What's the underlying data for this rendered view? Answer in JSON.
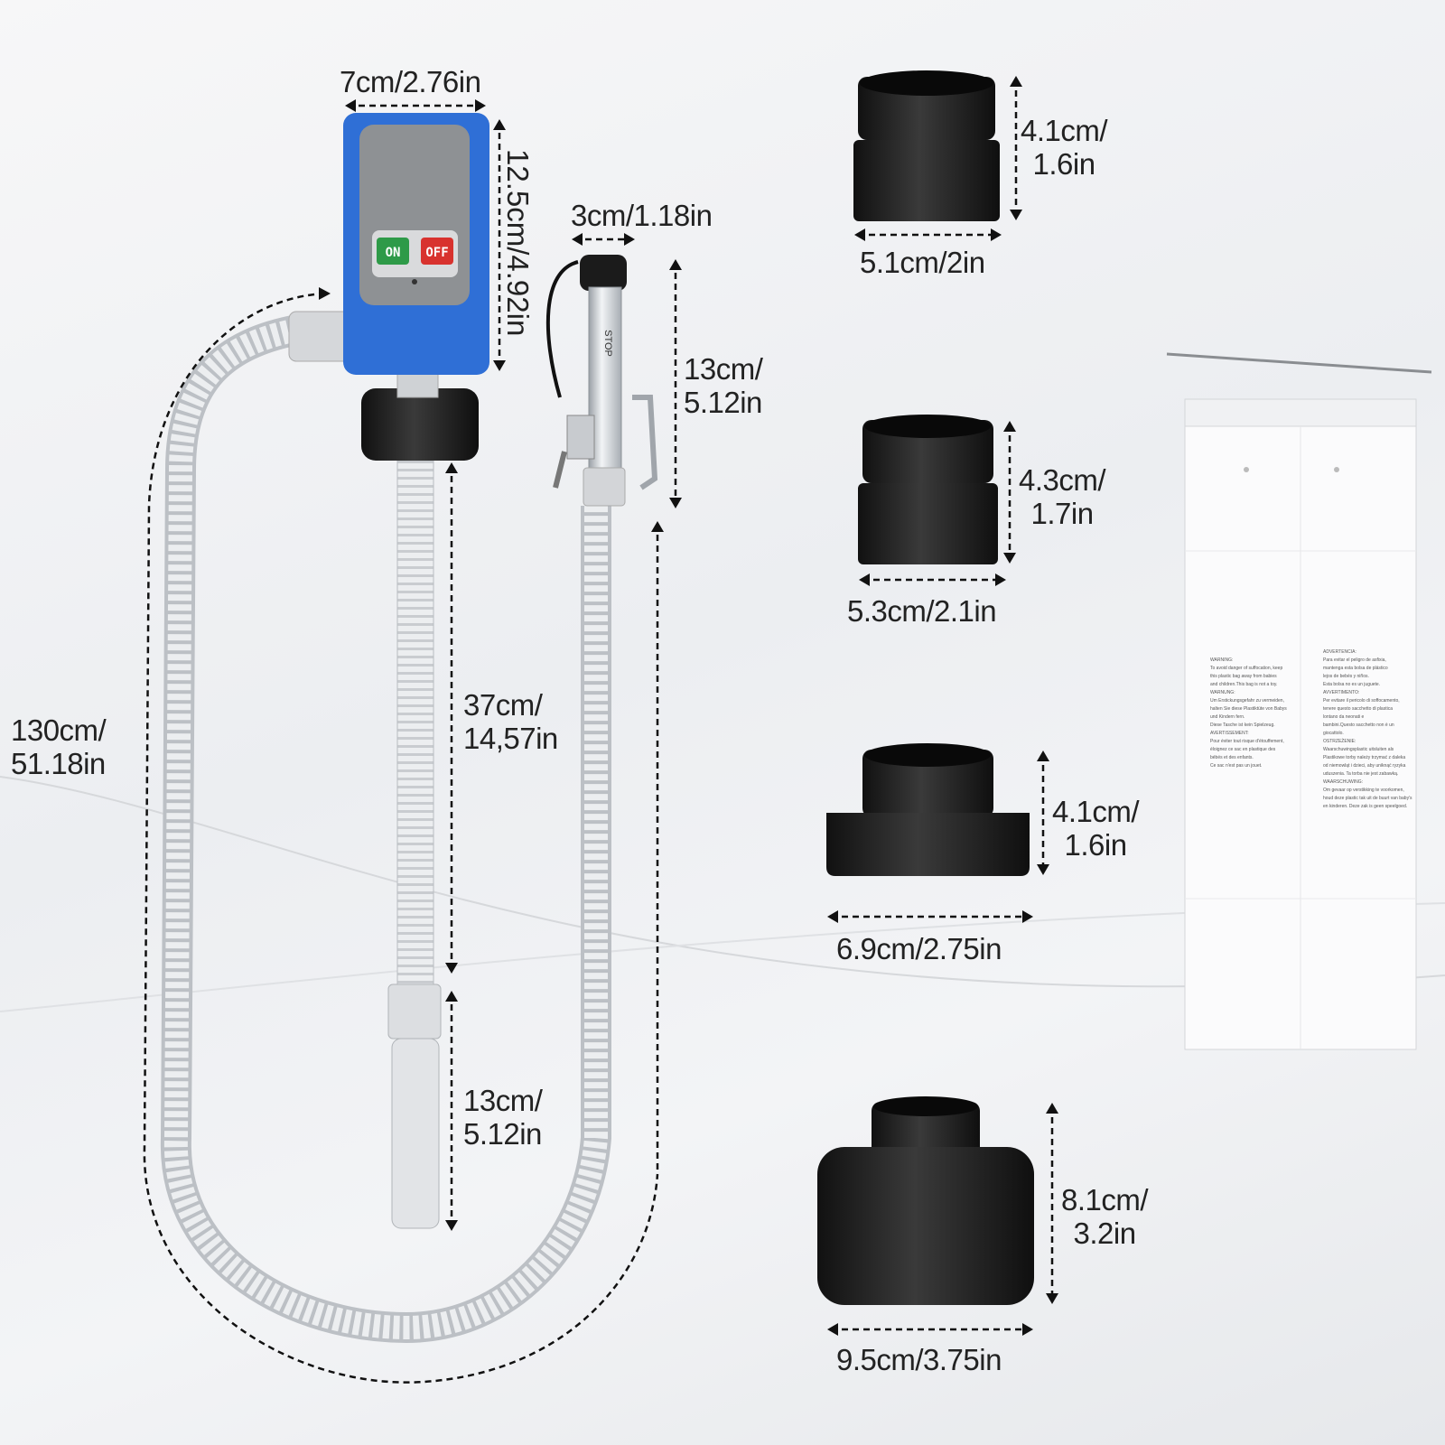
{
  "colors": {
    "pump_body": "#2f6fd6",
    "panel": "#8e9194",
    "on_button": "#2e9a48",
    "off_button": "#d8322e",
    "hose": "#e7e8ea",
    "adapter": "#1c1c1c"
  },
  "pump": {
    "on_label": "ON",
    "off_label": "OFF",
    "nozzle_text": "STOP",
    "width_dim": "7cm/2.76in",
    "height_dim": "12.5cm/4.92in",
    "nozzle_width_dim": "3cm/1.18in",
    "nozzle_length_dim": [
      "13cm/",
      "5.12in"
    ],
    "tube_length_dim": [
      "37cm/",
      "14,57in"
    ],
    "filter_length_dim": [
      "13cm/",
      "5.12in"
    ],
    "hose_length_dim": [
      "130cm/",
      "51.18in"
    ]
  },
  "adapters": [
    {
      "height": [
        "4.1cm/",
        "1.6in"
      ],
      "width": "5.1cm/2in"
    },
    {
      "height": [
        "4.3cm/",
        "1.7in"
      ],
      "width": "5.3cm/2.1in"
    },
    {
      "height": [
        "4.1cm/",
        "1.6in"
      ],
      "width": "6.9cm/2.75in"
    },
    {
      "height": [
        "8.1cm/",
        "3.2in"
      ],
      "width": "9.5cm/3.75in"
    }
  ],
  "bag": {
    "warning_left": "WARNING:\nTo avoid danger of suffocation, keep\nthis plastic bag away from babies\nand children.This bag is not a toy.\nWARNUNG:\nUm Erstickungsgefahr zu vermeiden,\nhalten Sie diese Plastiktüte von Babys\nund Kindern fern.\nDiese Tasche ist kein Spielzeug.\nAVERTISSEMENT:\nPour éviter tout risque d'étouffement,\néloignez ce sac en plastique des\nbébés et des enfants.\nCe sac n'est pas un jouet.",
    "warning_right": "ADVERTENCIA:\nPara evitar el peligro de asfixia,\nmantenga esta bolsa de plástico\nlejos de bebés y niños.\nEsta bolsa no es un juguete.\nAVVERTIMENTO:\nPer evitare il pericolo di soffocamento,\ntenere questo sacchetto di plastica\nlontano da neonati e\nbambini.Questo sacchetto non è un giocattolo.\nOSTRZEŻENIE:\nWaarschuwingsplastic uitsluiten als\nPlastikowe torby należy trzymać z dalekа\nod niemowląt i dzieci, aby uniknąć ryzyka\nuduszenia. Ta torba nie jest zabawką.\nWAARSCHUWING:\nOm gevaar op verstikking te voorkomen,\nhoud deze plastic tak uit de buurt van baby's\nen kinderen. Deze zak is geen speelgoed."
  }
}
